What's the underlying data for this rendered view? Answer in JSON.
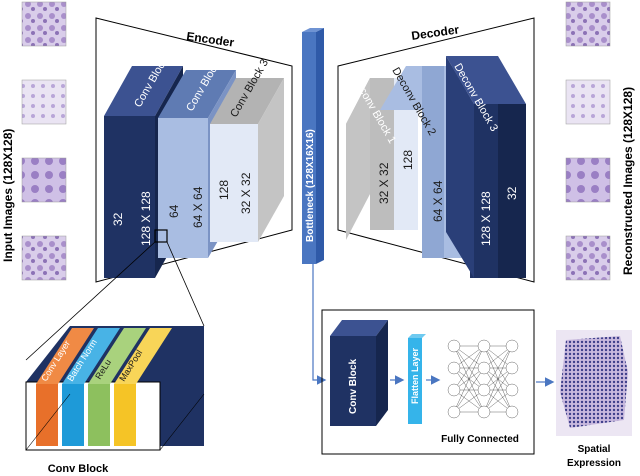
{
  "encoder": {
    "title": "Encoder",
    "blocks": [
      {
        "name": "Conv Block 1",
        "channels": "32",
        "size": "128 X 128"
      },
      {
        "name": "Conv Block 2",
        "channels": "64",
        "size": "64 X 64"
      },
      {
        "name": "Conv Block 3",
        "channels": "128",
        "size": "32 X 32"
      }
    ]
  },
  "bottleneck": {
    "label": "Bottleneck (128X16X16)"
  },
  "decoder": {
    "title": "Decoder",
    "blocks": [
      {
        "name": "Deconv Block 1",
        "size": "32 X 32",
        "channels": "128"
      },
      {
        "name": "Deconv Block 2",
        "size": "64 X 64",
        "channels": "64"
      },
      {
        "name": "Deconv Block 3",
        "size": "128 X 128",
        "channels": "32"
      }
    ]
  },
  "side_labels": {
    "input": "Input Images (128X128)",
    "output": "Reconstructed Images (128X128)"
  },
  "conv_block_detail": {
    "caption": "Conv Block",
    "layers": [
      "Conv Layer",
      "Batch Norm",
      "ReLu",
      "MaxPool"
    ]
  },
  "regression_head": {
    "conv_block": "Conv Block",
    "flatten": "Flatten Layer",
    "fully_connected": "Fully Connected",
    "output_line1": "Spatial",
    "output_line2": "Expression"
  },
  "colors": {
    "navy": "#1f3263",
    "mid_blue": "#8fa7d3",
    "light_blue": "#dce5f4",
    "gray": "#c8c8c8",
    "bottleneck": "#4a76c1",
    "flatten": "#35b4ea",
    "conv_layer": "#e8702a",
    "batch_norm": "#1e9ad8",
    "relu": "#8dc05e",
    "maxpool": "#f5c426"
  }
}
